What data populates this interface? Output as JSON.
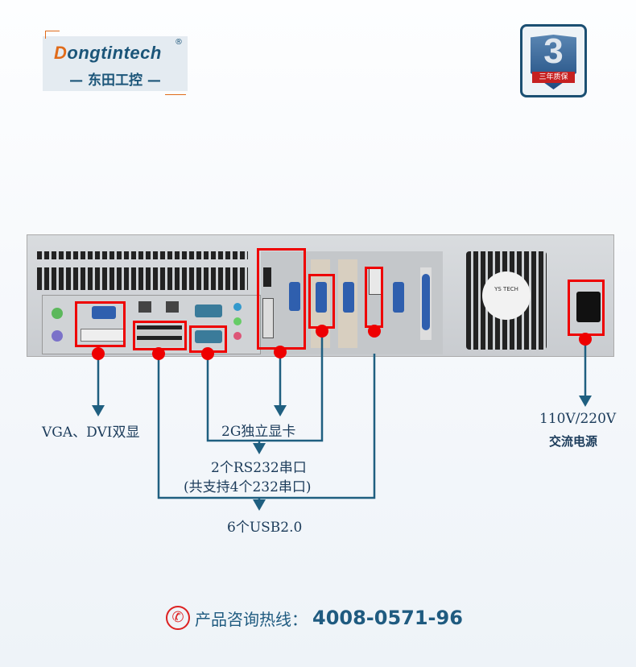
{
  "logo": {
    "brand_first": "D",
    "brand_rest": "ongtintech",
    "registered": "®",
    "cn": "— 东田工控 —"
  },
  "badge": {
    "number": "3",
    "text": "三年质保"
  },
  "callouts": {
    "vga_dvi": "VGA、DVI双显",
    "gpu": "2G独立显卡",
    "serial_line1": "2个RS232串口",
    "serial_line2": "(共支持4个232串口)",
    "usb": "6个USB2.0",
    "power_line1": "110V/220V",
    "power_line2": "交流电源"
  },
  "hotline": {
    "icon": "phone-icon",
    "label": "产品咨询热线：",
    "number": "4008-0571-96"
  },
  "colors": {
    "line": "#1f5f80",
    "highlight": "#e00000",
    "text": "#1b3b5a"
  }
}
